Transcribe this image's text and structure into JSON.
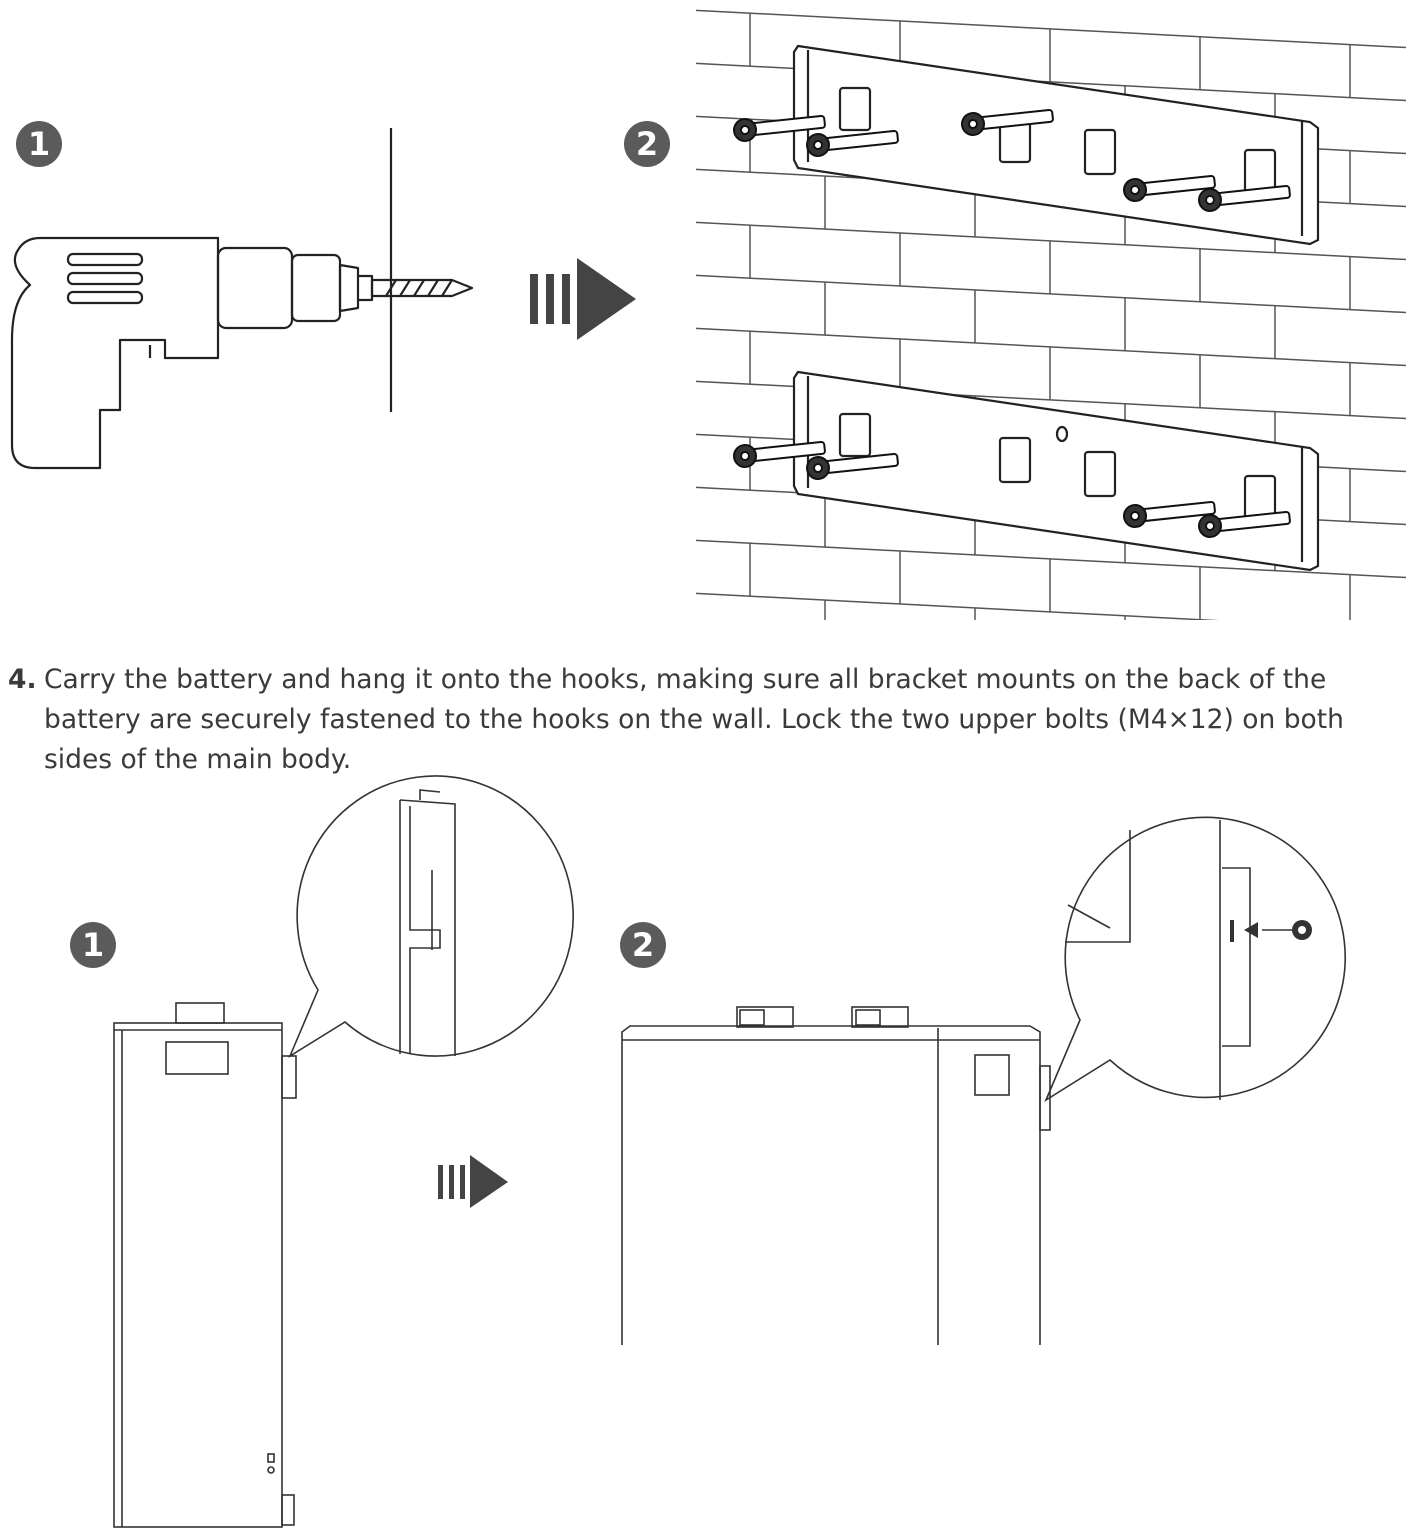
{
  "figure_top": {
    "step1_badge": "1",
    "step2_badge": "2"
  },
  "instruction": {
    "number": "4.",
    "text": "Carry the battery and hang it onto the hooks, making sure all bracket mounts on the back of the battery are securely fastened to the hooks on the wall. Lock the two upper bolts (M4×12) on both sides of the main body."
  },
  "figure_bottom": {
    "step1_badge": "1",
    "step2_badge": "2"
  }
}
